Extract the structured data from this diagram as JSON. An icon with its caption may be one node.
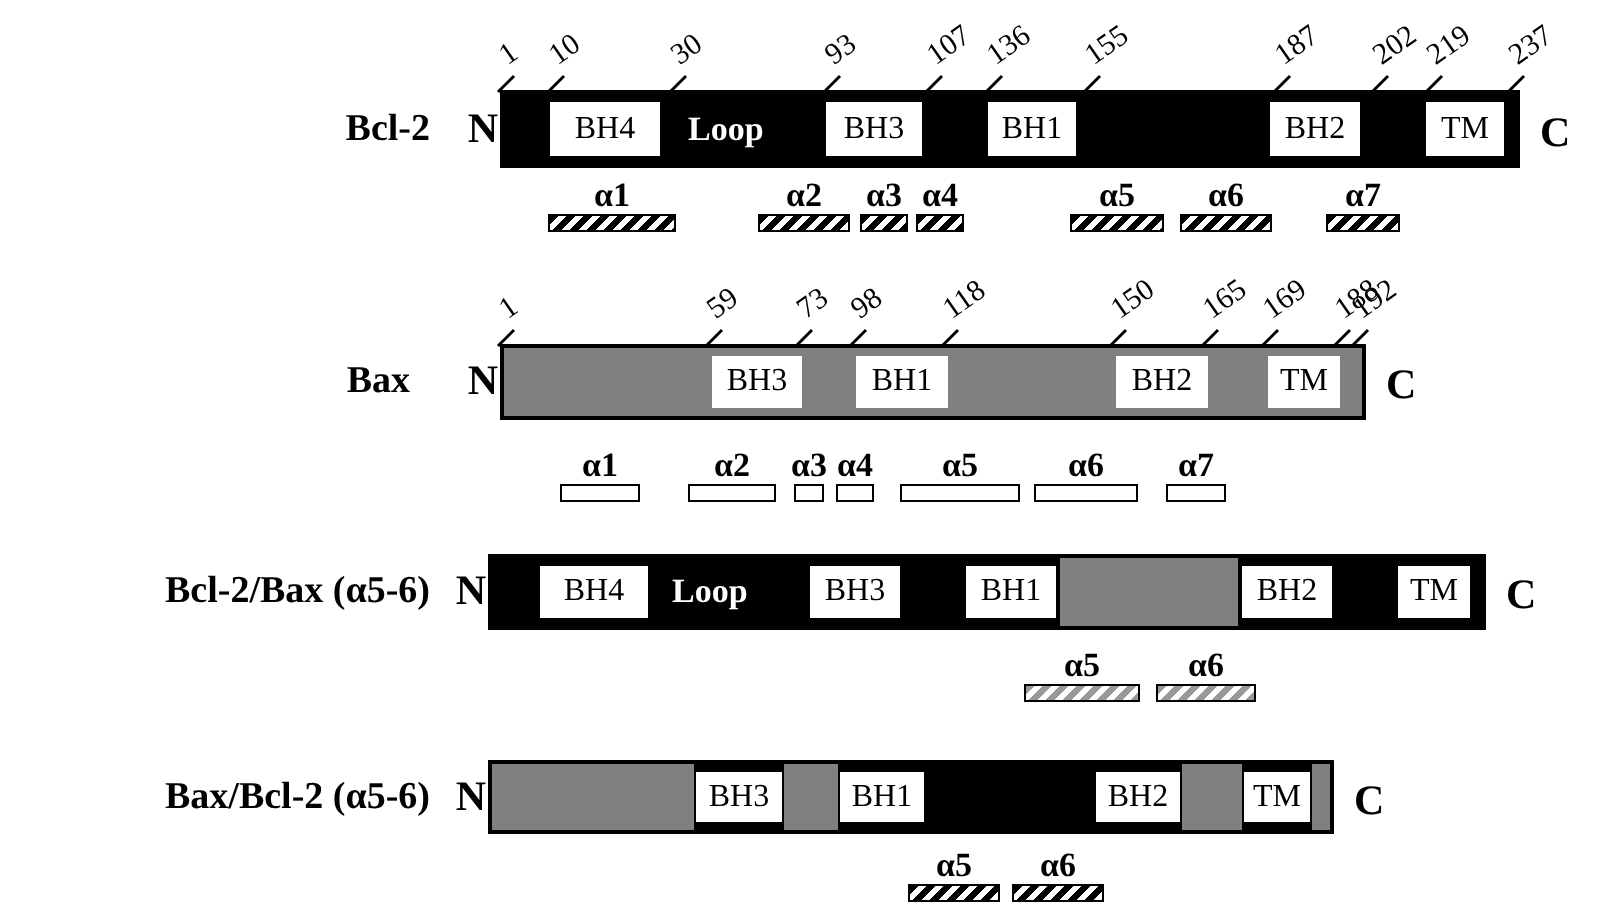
{
  "diagram": {
    "nodes": [
      {
        "text": [
          "Loop"
        ],
        "beside": [
          "Bcl-2",
          "N",
          "C"
        ]
      },
      {
        "text": [
          "BH4"
        ],
        "in": 0
      },
      {
        "text": [
          "BH3"
        ],
        "in": 0
      },
      {
        "text": [
          "BH1"
        ],
        "in": 0
      },
      {
        "text": [
          "BH2"
        ],
        "in": 0
      },
      {
        "text": [
          "TM"
        ],
        "in": 0
      },
      {
        "text": [],
        "shape": "bar",
        "beside": [
          "Bax",
          "N",
          "C"
        ]
      },
      {
        "text": [
          "BH3"
        ],
        "in": 6
      },
      {
        "text": [
          "BH1"
        ],
        "in": 6
      },
      {
        "text": [
          "BH2"
        ],
        "in": 6
      },
      {
        "text": [
          "TM"
        ],
        "in": 6
      },
      {
        "text": [
          "Loop"
        ],
        "beside": [
          "Bcl-2/Bax (α5-6)",
          "N",
          "C"
        ]
      },
      {
        "text": [
          "BH4"
        ],
        "in": 11
      },
      {
        "text": [
          "BH3"
        ],
        "in": 11
      },
      {
        "text": [
          "BH1"
        ],
        "in": 11
      },
      {
        "text": [
          "BH2"
        ],
        "in": 11
      },
      {
        "text": [
          "TM"
        ],
        "in": 11
      },
      {
        "text": [],
        "shape": "bar",
        "beside": [
          "Bax/Bcl-2 (α5-6)",
          "N",
          "C"
        ]
      },
      {
        "text": [
          "BH3"
        ],
        "in": 17
      },
      {
        "text": [
          "BH1"
        ],
        "in": 17
      },
      {
        "text": [
          "BH2"
        ],
        "in": 17
      },
      {
        "text": [
          "TM"
        ],
        "in": 17
      },
      {
        "text": [],
        "shape": "box",
        "in": 11
      },
      {
        "text": [],
        "shape": "box",
        "in": 17
      },
      {
        "text": [],
        "shape": "box",
        "in": 17
      },
      {
        "text": [],
        "shape": "box",
        "in": 17
      },
      {
        "text": [],
        "shape": "box",
        "in": 17
      }
    ],
    "labels": [
      "1",
      "10",
      "30",
      "93",
      "107",
      "136",
      "155",
      "187",
      "202",
      "219",
      "237",
      "α1",
      "α2",
      "α3",
      "α4",
      "α5",
      "α6",
      "α7",
      "1",
      "59",
      "73",
      "98",
      "118",
      "150",
      "165",
      "169",
      "188",
      "192",
      "α1",
      "α2",
      "α3",
      "α4",
      "α5",
      "α6",
      "α7",
      "α5",
      "α6",
      "α5",
      "α6"
    ]
  }
}
